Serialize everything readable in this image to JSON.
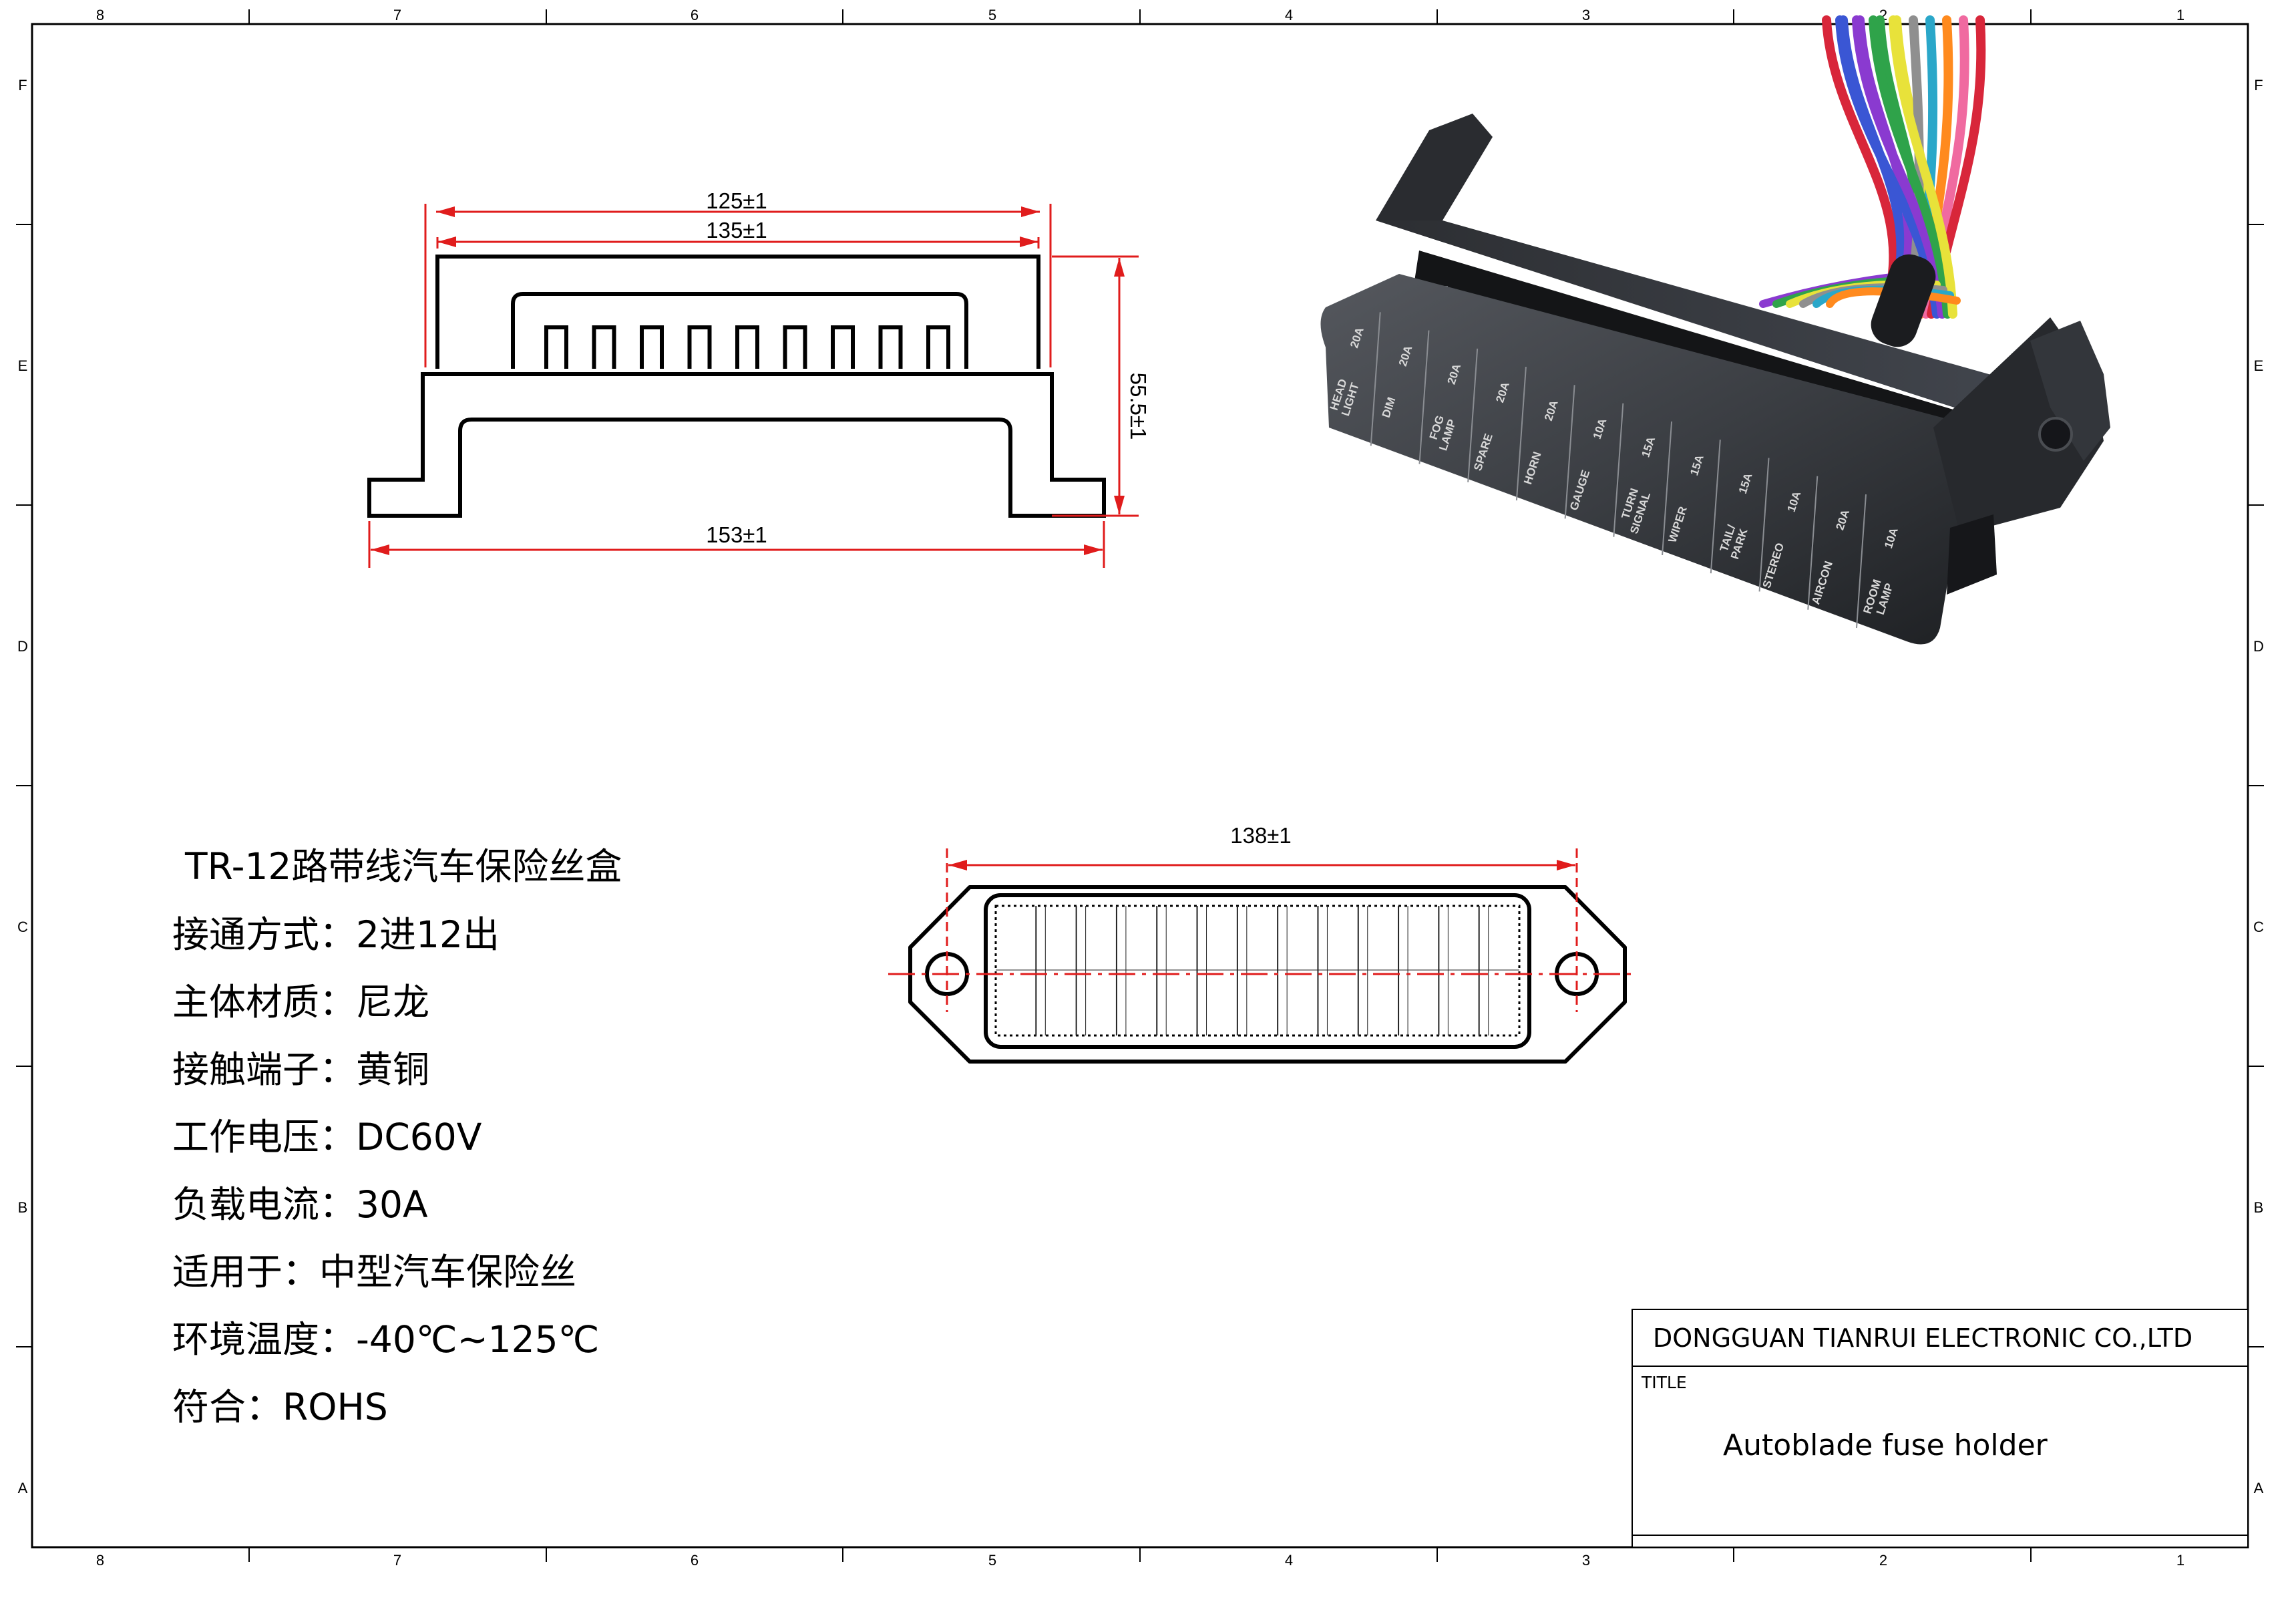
{
  "frame": {
    "columns_top": [
      "8",
      "7",
      "6",
      "5",
      "4",
      "3",
      "2",
      "1"
    ],
    "columns_bottom": [
      "8",
      "7",
      "6",
      "5",
      "4",
      "3",
      "2",
      "1"
    ],
    "rows_left": [
      "F",
      "E",
      "D",
      "C",
      "B",
      "A"
    ],
    "rows_right": [
      "F",
      "E",
      "D",
      "C",
      "B",
      "A"
    ]
  },
  "side_view": {
    "dim_top_inner": "125±1",
    "dim_top_outer": "135±1",
    "dim_height": "55.5±1",
    "dim_base": "153±1"
  },
  "top_view": {
    "dim_width": "138±1"
  },
  "specs": {
    "product": "TR-12路带线汽车保险丝盒",
    "lines": [
      "接通方式：2进12出",
      "主体材质：尼龙",
      "接触端子：黄铜",
      "工作电压：DC60V",
      "负载电流：30A",
      "适用于：中型汽车保险丝",
      "环境温度：-40℃~125℃",
      "符合：ROHS"
    ]
  },
  "photo": {
    "fuse_labels": [
      [
        "HEAD LIGHT",
        "20A"
      ],
      [
        "DIM",
        "20A"
      ],
      [
        "FOG LAMP",
        "20A"
      ],
      [
        "SPARE",
        "20A"
      ],
      [
        "HORN",
        "20A"
      ],
      [
        "GAUGE",
        "10A"
      ],
      [
        "TURN SIGNAL",
        "15A"
      ],
      [
        "WIPER",
        "15A"
      ],
      [
        "TAIL/ PARK",
        "15A"
      ],
      [
        "STEREO",
        "10A"
      ],
      [
        "AIRCON",
        "20A"
      ],
      [
        "ROOM LAMP",
        "10A"
      ]
    ],
    "wire_colors": [
      "#d8263a",
      "#3a56d4",
      "#8a3ad0",
      "#2fa34a",
      "#e8e23a",
      "#8f8f8f",
      "#2aa7c9",
      "#ff8a1e",
      "#f06aa0"
    ]
  },
  "title_block": {
    "company": "DONGGUAN TIANRUI ELECTRONIC CO.,LTD",
    "title_label": "TITLE",
    "title": "Autoblade fuse holder"
  }
}
